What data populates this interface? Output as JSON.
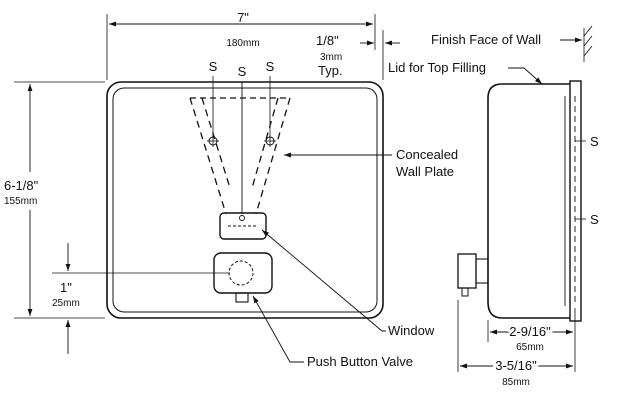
{
  "dimensions": {
    "width_in": "7\"",
    "width_mm": "180mm",
    "gap_in": "1/8\"",
    "gap_mm": "3mm",
    "gap_note": "Typ.",
    "height_in": "6-1/8\"",
    "height_mm": "155mm",
    "button_offset_in": "1\"",
    "button_offset_mm": "25mm",
    "depth_body_in": "2-9/16\"",
    "depth_body_mm": "65mm",
    "depth_total_in": "3-5/16\"",
    "depth_total_mm": "85mm"
  },
  "labels": {
    "finish_face": "Finish Face of Wall",
    "lid": "Lid for Top Filling",
    "concealed_1": "Concealed",
    "concealed_2": "Wall Plate",
    "window": "Window",
    "push_button": "Push Button Valve",
    "screw": "S"
  }
}
